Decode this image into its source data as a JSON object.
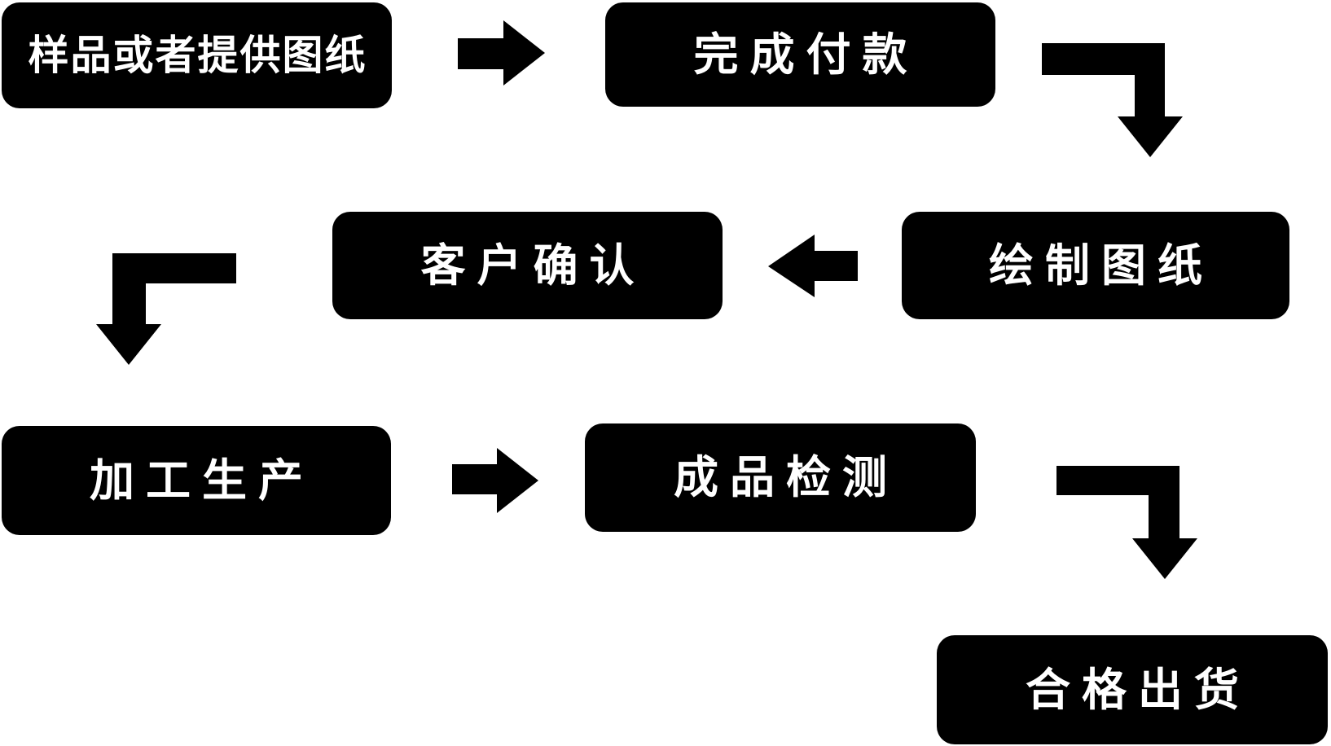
{
  "page": {
    "type": "flowchart-diagram",
    "background_color": "#ffffff",
    "box_color": "#000000",
    "text_color": "#ffffff"
  },
  "flowchart": {
    "steps": [
      {
        "id": 1,
        "label": "样品或者提供图纸"
      },
      {
        "id": 2,
        "label": "完成付款"
      },
      {
        "id": 3,
        "label": "绘制图纸"
      },
      {
        "id": 4,
        "label": "客户确认"
      },
      {
        "id": 5,
        "label": "加工生产"
      },
      {
        "id": 6,
        "label": "成品检测"
      },
      {
        "id": 7,
        "label": "合格出货"
      }
    ],
    "connections": [
      {
        "from": "样品或者提供图纸",
        "to": "完成付款",
        "shape": "straight-right-arrow"
      },
      {
        "from": "完成付款",
        "to": "绘制图纸",
        "shape": "elbow-right-then-down-arrow"
      },
      {
        "from": "绘制图纸",
        "to": "客户确认",
        "shape": "straight-left-arrow"
      },
      {
        "from": "客户确认",
        "to": "加工生产",
        "shape": "elbow-left-then-down-arrow"
      },
      {
        "from": "加工生产",
        "to": "成品检测",
        "shape": "straight-right-arrow"
      },
      {
        "from": "成品检测",
        "to": "合格出货",
        "shape": "elbow-right-then-down-arrow"
      }
    ]
  }
}
